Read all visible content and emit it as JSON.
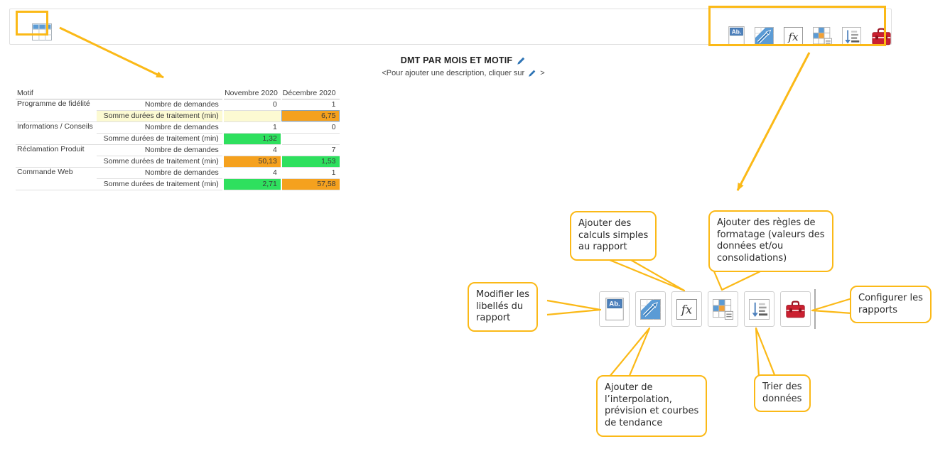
{
  "colors": {
    "gold": "#FBB917",
    "cellOrange": "#F5A11E",
    "cellGreen": "#2EE05E",
    "cellYellow": "#FCFAD2",
    "iconBlue": "#5B9BD5",
    "toolboxRed": "#CB2030",
    "pencilBlue": "#2E74B5"
  },
  "toolbar": {
    "left_icon": "table-report",
    "icon_glyphs": {
      "ab": "Ab.",
      "fx": "fx"
    }
  },
  "header": {
    "title": "DMT PAR MOIS ET MOTIF",
    "description_prefix": "<Pour ajouter une description, cliquer sur",
    "description_suffix": ">"
  },
  "table": {
    "columns": {
      "motif": "Motif",
      "nov": "Novembre 2020",
      "dec": "Décembre 2020"
    },
    "groups": [
      {
        "motif": "Programme de fidélité",
        "count": {
          "label": "Nombre de demandes",
          "nov": "0",
          "dec": "1"
        },
        "sum": {
          "label": "Somme durées de traitement (min)",
          "nov": "",
          "dec": "6,75",
          "label_class": "yellow",
          "nov_class": "yellow",
          "dec_class": "orange sel"
        }
      },
      {
        "motif": "Informations / Conseils",
        "count": {
          "label": "Nombre de demandes",
          "nov": "1",
          "dec": "0"
        },
        "sum": {
          "label": "Somme durées de traitement (min)",
          "nov": "1,32",
          "dec": "",
          "nov_class": "green"
        }
      },
      {
        "motif": "Réclamation Produit",
        "count": {
          "label": "Nombre de demandes",
          "nov": "4",
          "dec": "7"
        },
        "sum": {
          "label": "Somme durées de traitement (min)",
          "nov": "50,13",
          "dec": "1,53",
          "nov_class": "orange",
          "dec_class": "green"
        }
      },
      {
        "motif": "Commande Web",
        "count": {
          "label": "Nombre de demandes",
          "nov": "4",
          "dec": "1"
        },
        "sum": {
          "label": "Somme durées de traitement (min)",
          "nov": "2,71",
          "dec": "57,58",
          "nov_class": "green",
          "dec_class": "orange"
        }
      }
    ]
  },
  "callouts": {
    "edit_labels": "Modifier les\nlibellés du\nrapport",
    "simple_calculations": "Ajouter des\ncalculs simples\nau rapport",
    "formatting_rules": "Ajouter des règles de\nformatage (valeurs des\ndonnées et/ou\nconsolidations)",
    "configure_reports": "Configurer les\nrapports",
    "interpolation": "Ajouter de\nl’interpolation,\nprévision et courbes\nde tendance",
    "sort_data": "Trier des\ndonnées"
  }
}
